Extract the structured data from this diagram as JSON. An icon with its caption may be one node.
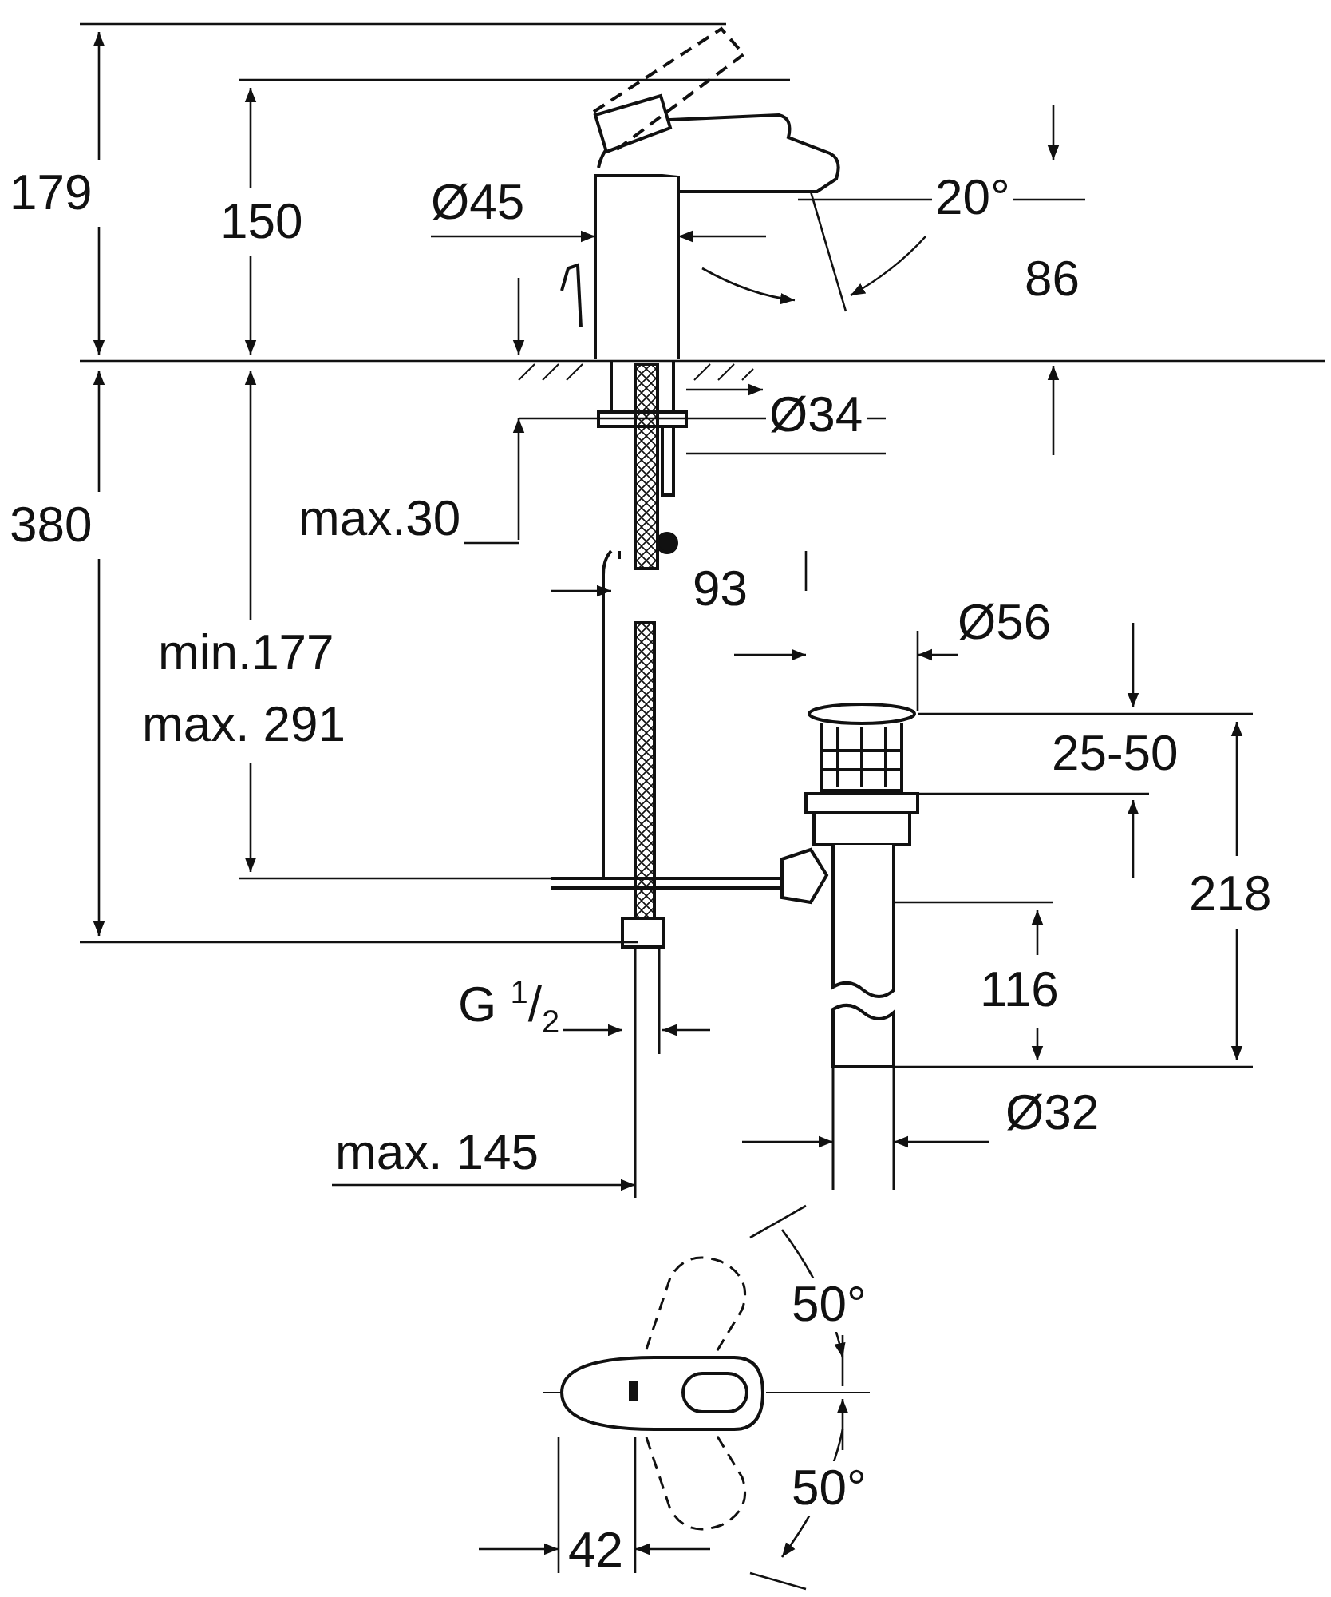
{
  "diagram": {
    "labels": [
      "179",
      "150",
      "Ø45",
      "20°",
      "86",
      "Ø34",
      "380",
      "max.30",
      "93",
      "Ø56",
      "min.177",
      "max. 291",
      "25-50",
      "218",
      "116",
      "G $^{1}$/$_{2}$",
      "Ø32",
      "max. 145",
      "50°",
      "50°",
      "42"
    ]
  }
}
